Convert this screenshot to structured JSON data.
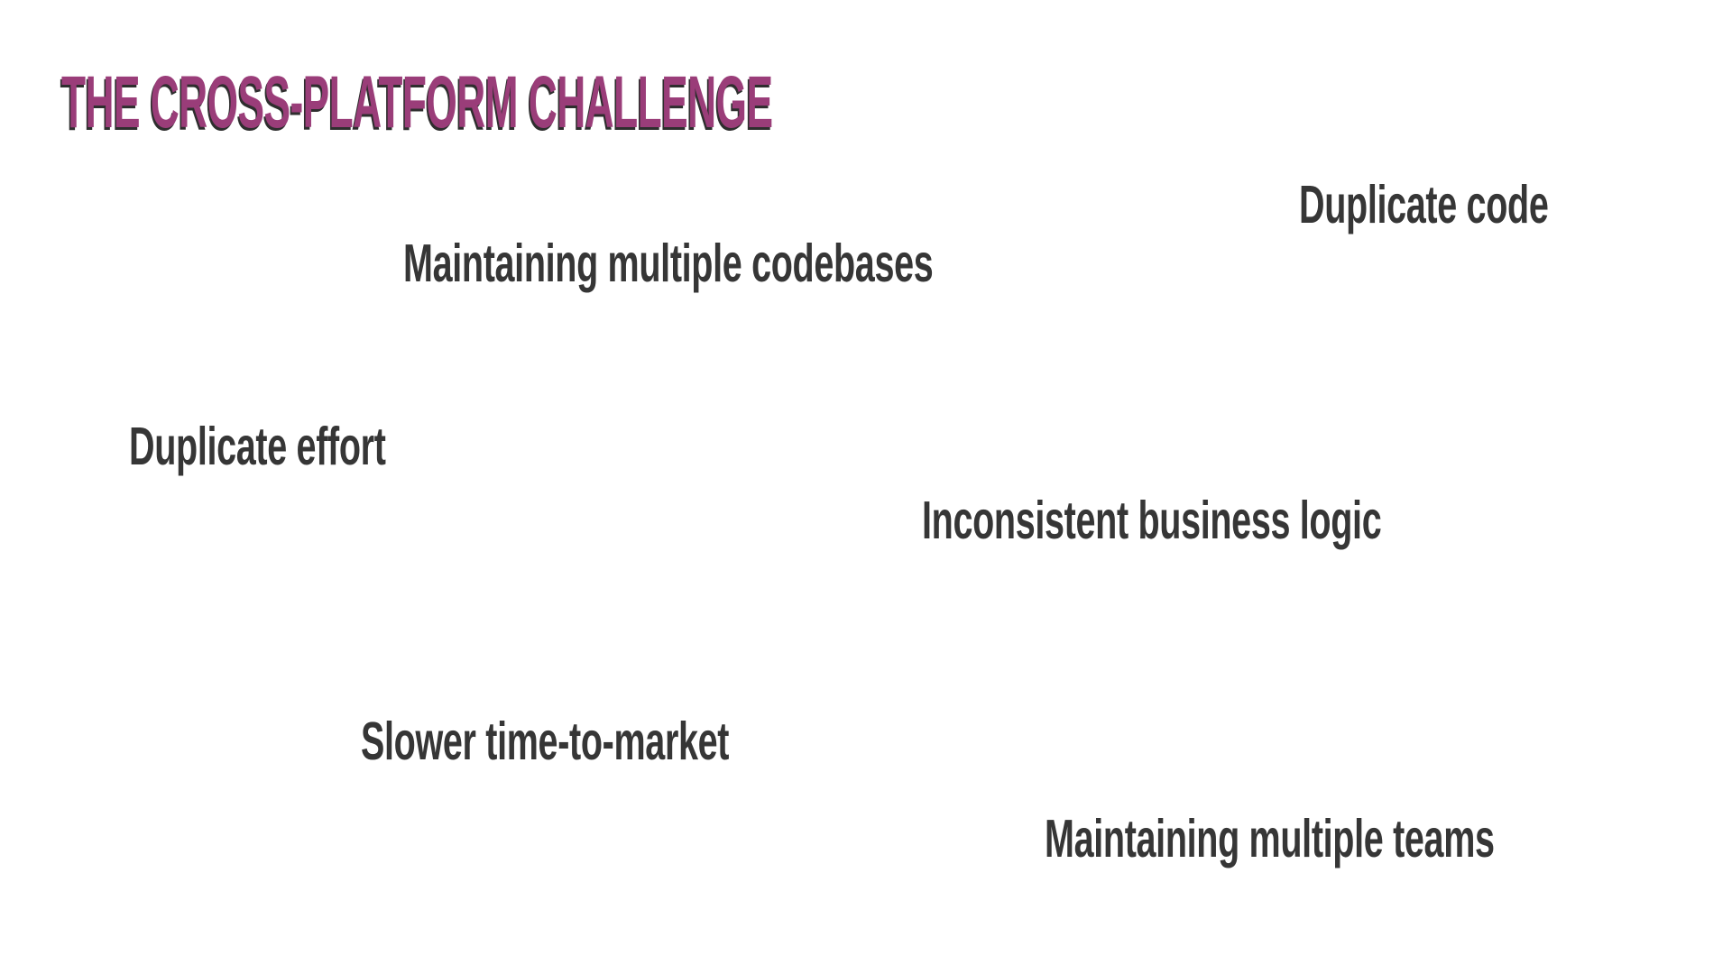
{
  "slide": {
    "title": "THE CROSS-PLATFORM CHALLENGE",
    "colors": {
      "title": "#9a3d79",
      "title_shadow": "#2e2e2e",
      "text": "#363636",
      "background": "#ffffff"
    },
    "items": [
      {
        "label": "Duplicate code"
      },
      {
        "label": "Maintaining multiple codebases"
      },
      {
        "label": "Duplicate effort"
      },
      {
        "label": "Inconsistent business logic"
      },
      {
        "label": "Slower time-to-market"
      },
      {
        "label": "Maintaining multiple teams"
      }
    ]
  }
}
